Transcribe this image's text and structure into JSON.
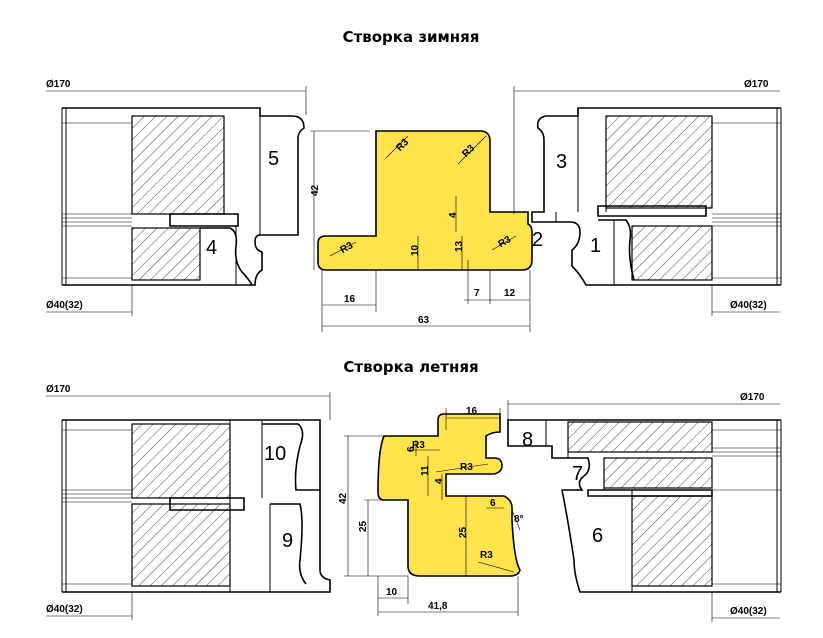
{
  "titles": {
    "winter": "Створка зимняя",
    "summer": "Створка летняя"
  },
  "winter": {
    "dia_left_top": "Ø170",
    "dia_right_top": "Ø170",
    "dia_left_bottom": "Ø40(32)",
    "dia_right_bottom": "Ø40(32)",
    "cutter_numbers": [
      "5",
      "4",
      "3",
      "1",
      "2"
    ],
    "profile": {
      "radii": [
        "R3",
        "R3",
        "R3",
        "R3"
      ],
      "dims": {
        "h42": "42",
        "d16": "16",
        "d10": "10",
        "d4": "4",
        "d13": "13",
        "d7": "7",
        "d12": "12",
        "d63": "63"
      }
    }
  },
  "summer": {
    "dia_left_top": "Ø170",
    "dia_right_top": "Ø170",
    "dia_left_bottom": "Ø40(32)",
    "dia_right_bottom": "Ø40(32)",
    "cutter_numbers": [
      "10",
      "9",
      "8",
      "7",
      "6"
    ],
    "profile": {
      "radii": [
        "R3",
        "R3",
        "R3"
      ],
      "dims": {
        "d16": "16",
        "d6a": "6",
        "d11": "11",
        "d4": "4",
        "d6b": "6",
        "angle": "8°",
        "d42": "42",
        "d25a": "25",
        "d25b": "25",
        "d10": "10",
        "d418": "41,8"
      }
    }
  },
  "colors": {
    "profile_fill": "#ffe34d",
    "line": "#000000",
    "background": "#ffffff"
  }
}
